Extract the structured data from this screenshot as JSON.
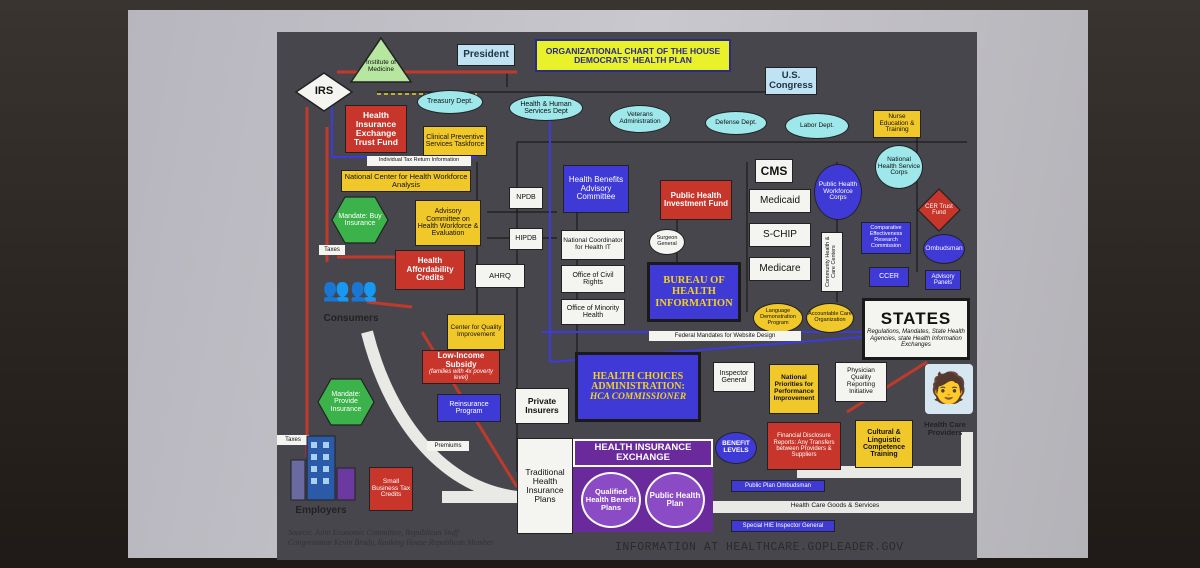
{
  "title": "ORGANIZATIONAL CHART OF THE HOUSE DEMOCRATS' HEALTH PLAN",
  "nodes": {
    "president": "President",
    "congress": "U.S. Congress",
    "iom": "Institute of Medicine",
    "irs": "IRS",
    "treasury": "Treasury Dept.",
    "hhs": "Health & Human Services Dept",
    "va": "Veterans Administration",
    "defense": "Defense Dept.",
    "labor": "Labor Dept.",
    "nurse": "Nurse Education & Training",
    "trust_fund": "Health Insurance Exchange Trust Fund",
    "clinical": "Clinical Preventive Services Taskforce",
    "tax_info": "Individual Tax Return Information",
    "ncwa": "National Center for Health Workforce Analysis",
    "mandate_buy": "Mandate: Buy Insurance",
    "advisory": "Advisory Committee on Health Workforce & Evaluation",
    "npdb": "NPDB",
    "hipdb": "HIPDB",
    "hbac": "Health Benefits Advisory Committee",
    "phif": "Public Health Investment Fund",
    "cms": "CMS",
    "medicaid": "Medicaid",
    "schip": "S-CHIP",
    "medicare": "Medicare",
    "phwc": "Public Health Workforce Corps",
    "nhsc": "National Health Service Corps",
    "cer": "CER Trust Fund",
    "cerc": "Comparative Effectiveness Research Commission",
    "ombudsman": "Ombudsman",
    "ccer": "CCER",
    "advisory_panels": "Advisory Panels",
    "chcc": "Community Health & Care Centers",
    "ncoord": "National Coordinator for Health IT",
    "ocr": "Office of Civil Rights",
    "omh": "Office of Minority Health",
    "surgeon": "Surgeon General",
    "bhi": "BUREAU OF HEALTH INFORMATION",
    "ahrq": "AHRQ",
    "haff": "Health Affordability Credits",
    "taxes1": "Taxes",
    "consumers": "Consumers",
    "cqi": "Center for Quality Improvement",
    "ldp": "Language Demonstration Program",
    "aco": "Accountable Care Organization",
    "states": "STATES",
    "states_sub": "Regulations, Mandates, State Health Agencies, state Health Information Exchanges",
    "fed_mandates": "Federal Mandates for Website Design",
    "lis": "Low-Income Subsidy",
    "lis_sub": "(families with 4x poverty level)",
    "hca": "HEALTH CHOICES ADMINISTRATION:",
    "hca_sub": "HCA COMMISSIONER",
    "ig": "Inspector General",
    "nppi": "National Priorities for Performance Improvement",
    "pqri": "Physician Quality Reporting Initiative",
    "mandate_provide": "Mandate: Provide Insurance",
    "reinsurance": "Reinsurance Program",
    "private": "Private Insurers",
    "benefit": "BENEFIT LEVELS",
    "fdr": "Financial Disclosure Reports: Any Transfers between Providers & Suppliers",
    "cultural": "Cultural & Linguistic Competence Training",
    "providers": "Health Care Providers",
    "taxes2": "Taxes",
    "premiums": "Premiums",
    "hie": "HEALTH INSURANCE EXCHANGE",
    "traditional": "Traditional Health Insurance Plans",
    "qhbp": "Qualified Health Benefit Plans",
    "php": "Public Health Plan",
    "ppo": "Public Plan Ombudsman",
    "hcgs": "Health Care Goods & Services",
    "shie": "Special HIE Inspector General",
    "sbtc": "Small Business Tax Credits",
    "employers": "Employers"
  },
  "source_line1": "Source: Joint Economic Committee, Republican Staff",
  "source_line2": "Congressman Kevin Brady, Ranking House Republican Member",
  "footer": "INFORMATION AT HEALTHCARE.GOPLEADER.GOV",
  "colors": {
    "red": "#c8352a",
    "yellow": "#f2d21a",
    "blue": "#3f3ad6",
    "purple": "#6a2a9c",
    "green": "#3bb24a",
    "cyan": "#9ee7ea",
    "background": "#48464d"
  }
}
